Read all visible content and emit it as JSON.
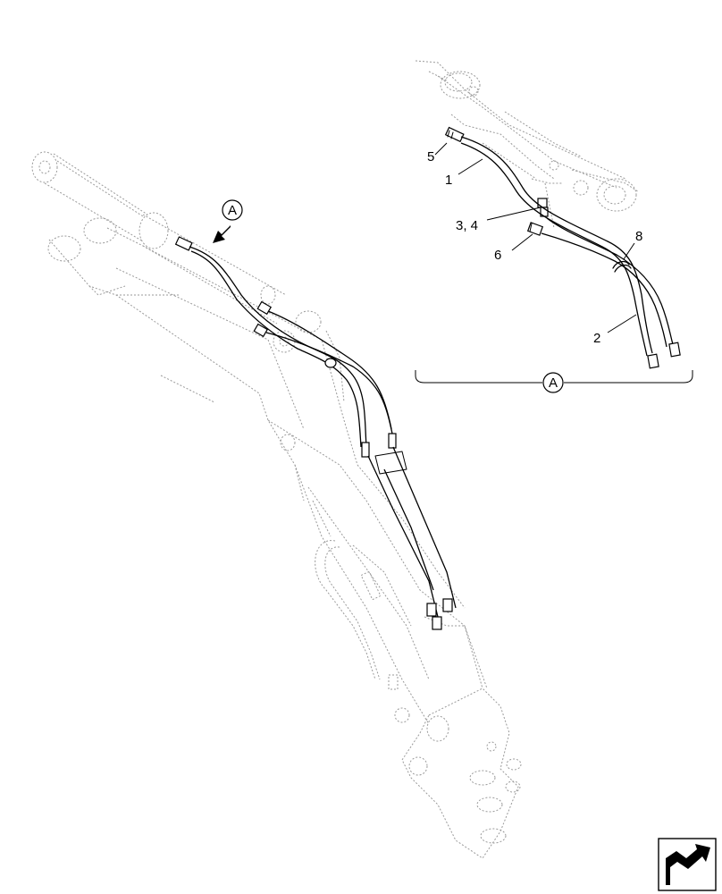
{
  "callouts": {
    "c1": "1",
    "c2": "2",
    "c34": "3, 4",
    "c5": "5",
    "c6": "6",
    "c8": "8"
  },
  "view_marker": {
    "label": "A"
  },
  "icons": {
    "view_arrow": "down-left-arrow-icon",
    "nav": "navigation-arrow-icon"
  }
}
